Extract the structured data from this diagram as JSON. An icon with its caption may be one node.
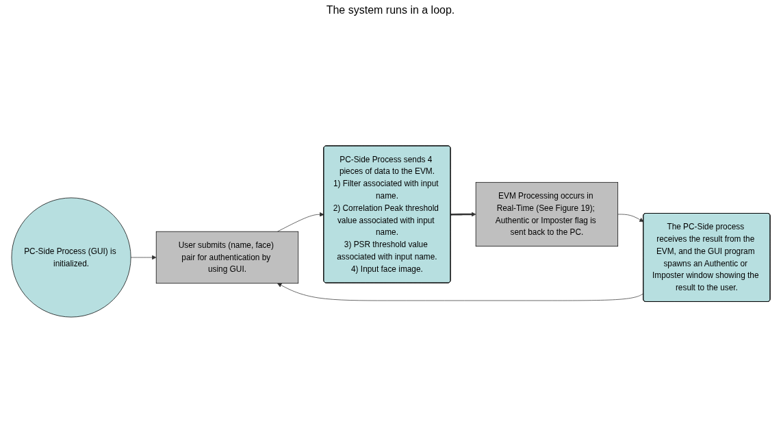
{
  "diagram": {
    "nodes": [
      {
        "text": [
          "PC-Side Process (GUI) is initialized."
        ]
      },
      {
        "text": [
          "User submits (name, face) pair for authentication by using GUI."
        ]
      },
      {
        "text": [
          "PC-Side Process sends 4 pieces of data to the EVM.",
          "1) Filter associated with input name.",
          "2) Correlation Peak threshold value associated with input name.",
          "3) PSR threshold value associated with input name.",
          "4) Input face image."
        ]
      },
      {
        "text": [
          "EVM Processing occurs in Real-Time (See Figure 19); Authentic or Imposter flag is sent back to the PC."
        ]
      },
      {
        "text": [
          "The PC-Side process receives the result from the EVM, and the GUI program spawns an Authentic or Imposter window showing the result to the user."
        ]
      }
    ],
    "edges": [
      {
        "from": 0,
        "to": 1,
        "arrow": "to"
      },
      {
        "from": 1,
        "to": 2,
        "arrow": "to"
      },
      {
        "from": 2,
        "to": 3,
        "arrow": "to",
        "style": "thick"
      },
      {
        "from": 3,
        "to": 4,
        "arrow": "to"
      },
      {
        "from": 4,
        "to": 1,
        "arrow": "to"
      }
    ],
    "labels": [
      "The system runs in a loop."
    ]
  }
}
